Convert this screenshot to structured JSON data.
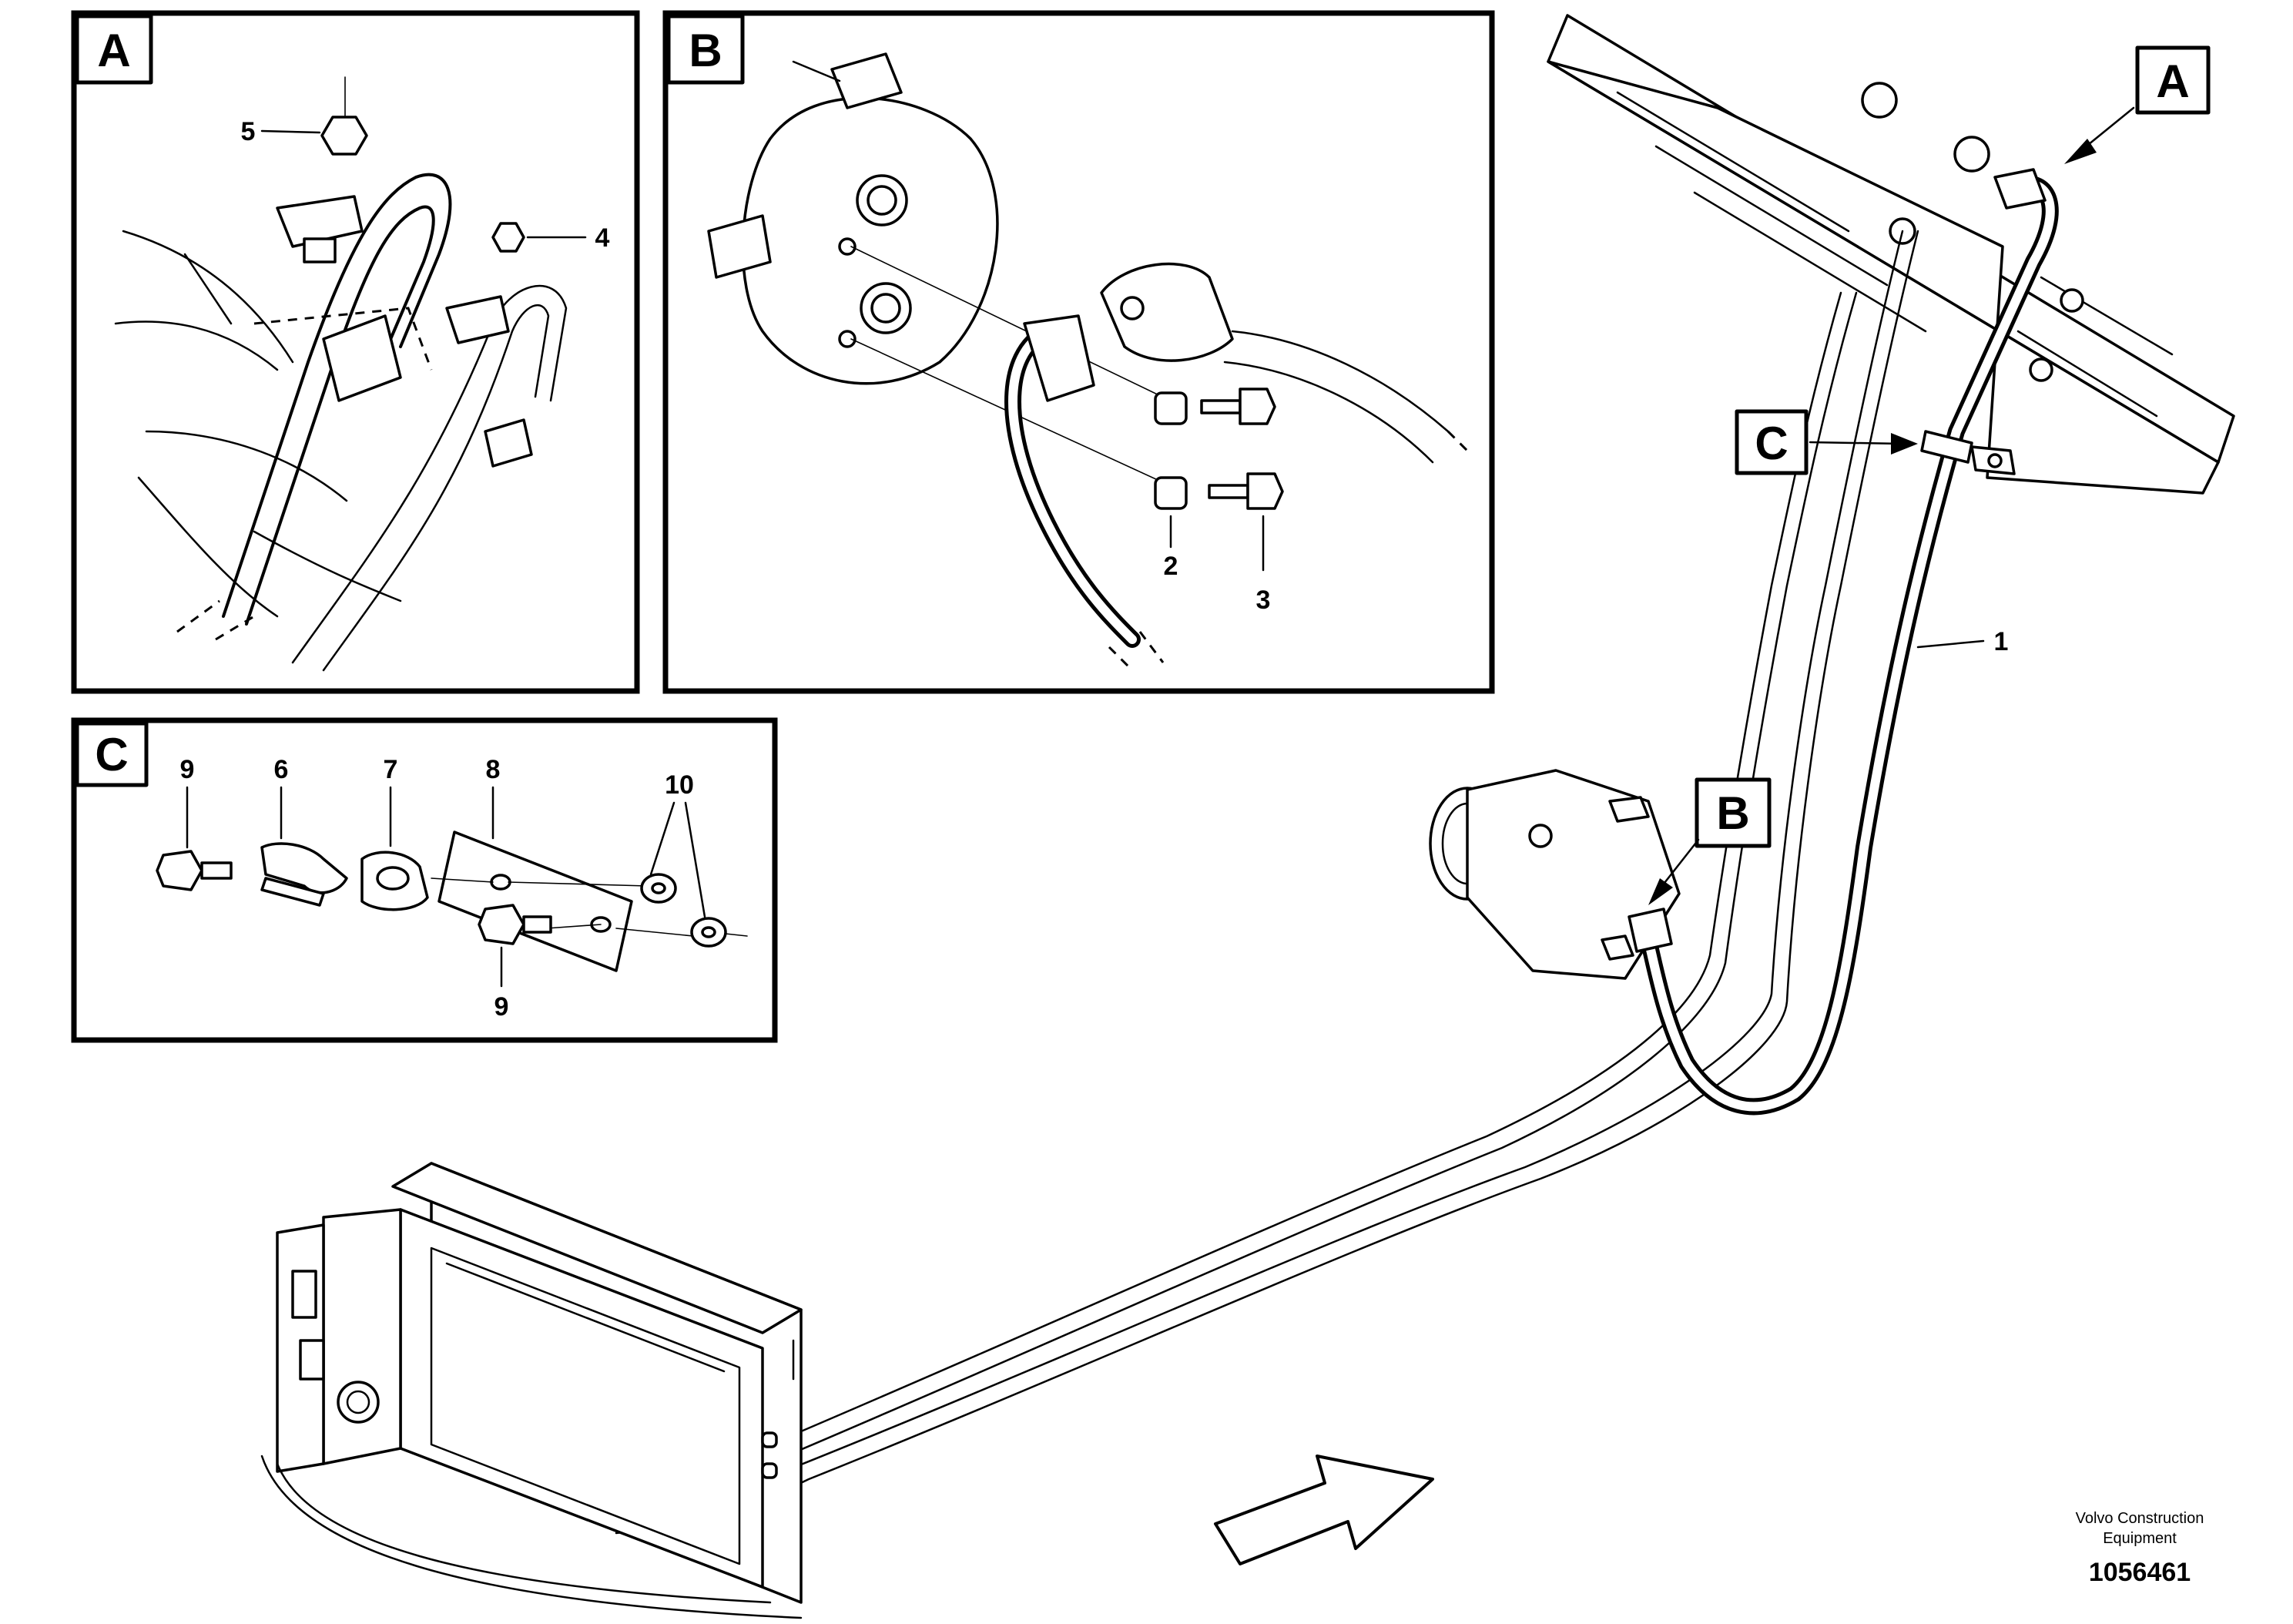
{
  "views": {
    "a": {
      "badge": "A"
    },
    "b": {
      "badge": "B"
    },
    "c": {
      "badge": "C"
    }
  },
  "callouts": {
    "view_a": "A",
    "view_b": "B",
    "view_c": "C"
  },
  "parts": {
    "p1": "1",
    "p2": "2",
    "p3": "3",
    "p4": "4",
    "p5": "5",
    "p6": "6",
    "p7": "7",
    "p8": "8",
    "p9_top": "9",
    "p9_bottom": "9",
    "p10": "10"
  },
  "credit": {
    "line1": "Volvo Construction",
    "line2": "Equipment",
    "doc_number": "1056461"
  }
}
